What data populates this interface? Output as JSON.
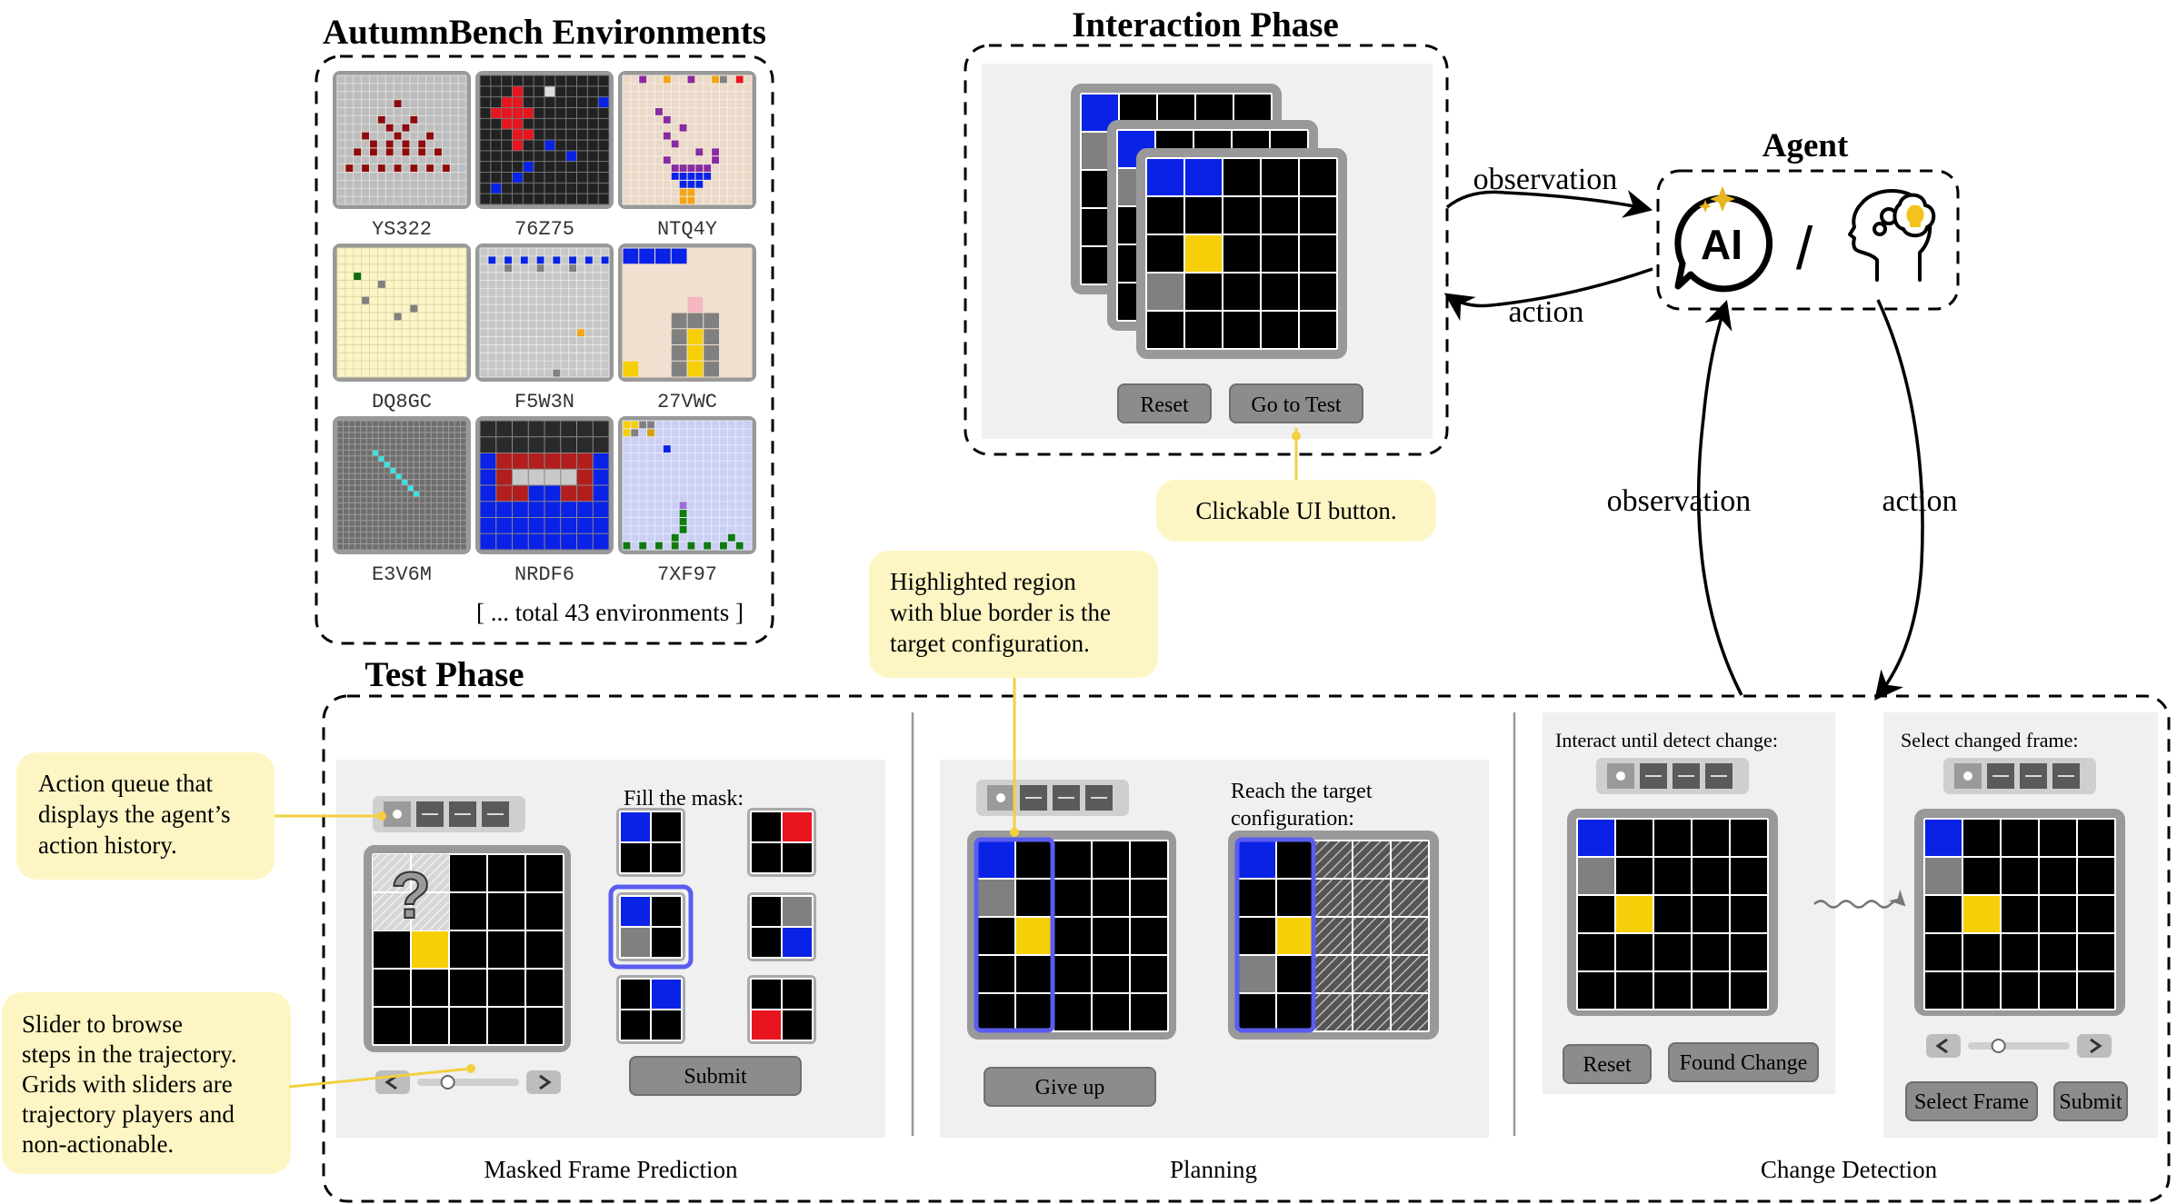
{
  "autumnbench": {
    "title": "AutumnBench Environments",
    "envs": [
      "YS322",
      "76Z75",
      "NTQ4Y",
      "DQ8GC",
      "F5W3N",
      "27VWC",
      "E3V6M",
      "NRDF6",
      "7XF97"
    ],
    "total": "[ ... total 43 environments ]"
  },
  "interaction": {
    "title": "Interaction Phase",
    "reset": "Reset",
    "go_to_test": "Go to Test",
    "callout": "Clickable UI button."
  },
  "agent": {
    "title": "Agent",
    "ai_label": "AI",
    "slash": "/",
    "observation_top": "observation",
    "action_top": "action",
    "observation_side": "observation",
    "action_side": "action"
  },
  "test": {
    "title": "Test Phase",
    "masked": {
      "fill_mask": "Fill the mask:",
      "submit": "Submit",
      "caption": "Masked Frame Prediction",
      "question_mark": "?"
    },
    "planning": {
      "reach_1": "Reach the target",
      "reach_2": "configuration:",
      "give_up": "Give up",
      "caption": "Planning"
    },
    "change": {
      "interact": "Interact until detect change:",
      "select_frame_label": "Select changed frame:",
      "reset": "Reset",
      "found_change": "Found Change",
      "select_frame": "Select Frame",
      "submit": "Submit",
      "caption": "Change Detection"
    }
  },
  "callouts": {
    "action_queue": [
      "Action queue that",
      "displays the agent’s",
      "action history."
    ],
    "slider": [
      "Slider to browse",
      "steps in the trajectory.",
      "Grids with sliders are",
      "trajectory players and",
      "non-actionable."
    ],
    "highlight": [
      "Highlighted region",
      "with blue border is the",
      "target configuration."
    ]
  }
}
